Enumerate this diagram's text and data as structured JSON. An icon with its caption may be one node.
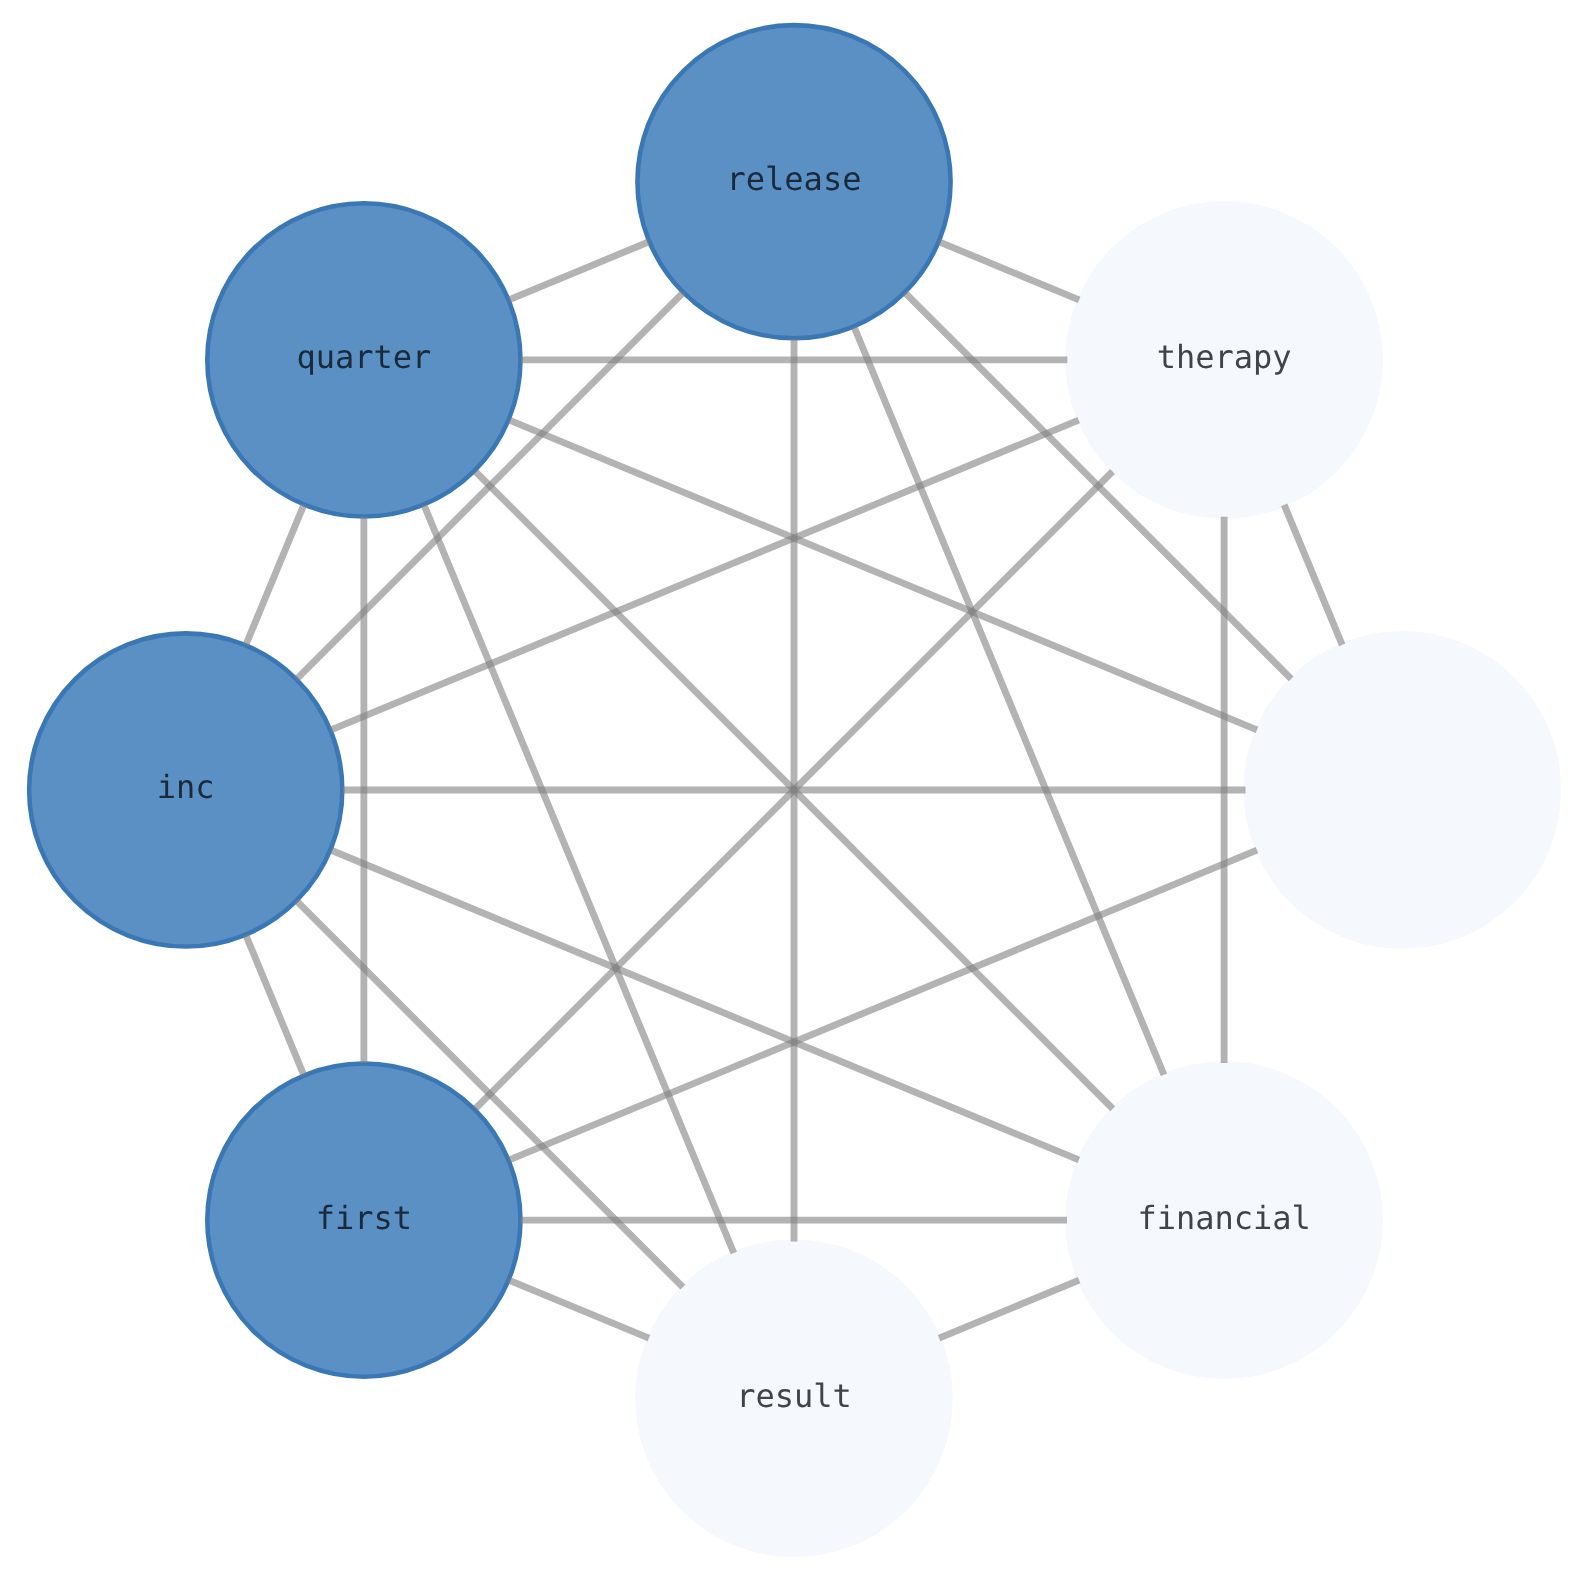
{
  "diagram": {
    "nodes": [
      {
        "text": [
          "therapy"
        ]
      },
      {
        "text": [
          "inc"
        ]
      },
      {
        "text": [
          "release"
        ]
      },
      {
        "text": [
          "quarter"
        ]
      },
      {
        "text": [
          "first"
        ]
      },
      {
        "text": [],
        "shape": "circle"
      },
      {
        "text": [
          "financial"
        ]
      },
      {
        "text": [
          "result"
        ]
      }
    ],
    "edges": [
      {
        "from": 0,
        "to": 2,
        "arrow": "none"
      },
      {
        "from": 0,
        "to": 4,
        "arrow": "none"
      },
      {
        "from": 0,
        "to": 6,
        "arrow": "none"
      },
      {
        "from": 0,
        "to": 1,
        "arrow": "none"
      },
      {
        "from": 0,
        "to": 3,
        "arrow": "none"
      },
      {
        "from": 0,
        "to": 5,
        "arrow": "none"
      },
      {
        "from": 2,
        "to": 1,
        "arrow": "none"
      },
      {
        "from": 2,
        "to": 3,
        "arrow": "none"
      },
      {
        "from": 2,
        "to": 5,
        "arrow": "none"
      },
      {
        "from": 2,
        "to": 6,
        "arrow": "none"
      },
      {
        "from": 2,
        "to": 7,
        "arrow": "none"
      },
      {
        "from": 1,
        "to": 4,
        "arrow": "none"
      },
      {
        "from": 1,
        "to": 6,
        "arrow": "none"
      },
      {
        "from": 1,
        "to": 7,
        "arrow": "none"
      },
      {
        "from": 1,
        "to": 3,
        "arrow": "none"
      },
      {
        "from": 1,
        "to": 5,
        "arrow": "none"
      },
      {
        "from": 3,
        "to": 4,
        "arrow": "none"
      },
      {
        "from": 3,
        "to": 6,
        "arrow": "none"
      },
      {
        "from": 3,
        "to": 7,
        "arrow": "none"
      },
      {
        "from": 3,
        "to": 5,
        "arrow": "none"
      },
      {
        "from": 4,
        "to": 5,
        "arrow": "none"
      },
      {
        "from": 4,
        "to": 6,
        "arrow": "none"
      },
      {
        "from": 4,
        "to": 7,
        "arrow": "none"
      },
      {
        "from": 6,
        "to": 7,
        "arrow": "none"
      }
    ]
  }
}
